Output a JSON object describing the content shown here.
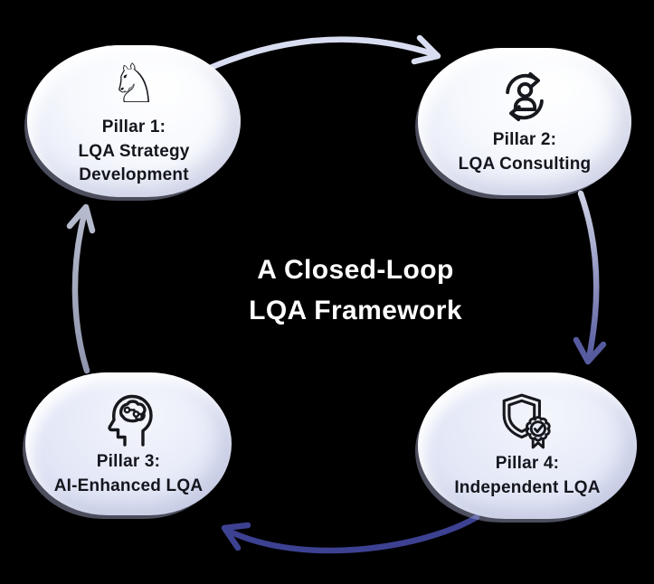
{
  "title": {
    "line1": "A Closed-Loop",
    "line2": "LQA Framework"
  },
  "pillars": [
    {
      "name": "Pillar 1",
      "icon": "chess-knight-icon",
      "glyph": "♘",
      "lines": [
        "Pillar 1:",
        "LQA Strategy",
        "Development"
      ]
    },
    {
      "name": "Pillar 2",
      "icon": "person-sync-icon",
      "lines": [
        "Pillar 2:",
        "LQA Consulting"
      ]
    },
    {
      "name": "Pillar 3",
      "icon": "ai-head-circuit-icon",
      "lines": [
        "Pillar 3:",
        "AI-Enhanced LQA"
      ]
    },
    {
      "name": "Pillar 4",
      "icon": "shield-check-badge-icon",
      "lines": [
        "Pillar 4:",
        "Independent LQA"
      ]
    }
  ],
  "colors": {
    "background": "#000000",
    "title_text": "#ffffff",
    "pill_text": "#15161d",
    "icon_stroke": "#17181d",
    "pill_fill_top": "#ffffff",
    "pill_fill_bottom": "#d8ddf1",
    "pill_side_shadow": "#a8aece",
    "arrow_top": "#d9ddf1",
    "arrow_right_start": "#cfd3e4",
    "arrow_right_end": "#565b9f",
    "arrow_bottom": "#3d4192",
    "arrow_left_start": "#8f95ad",
    "arrow_left_end": "#b5bacc"
  }
}
